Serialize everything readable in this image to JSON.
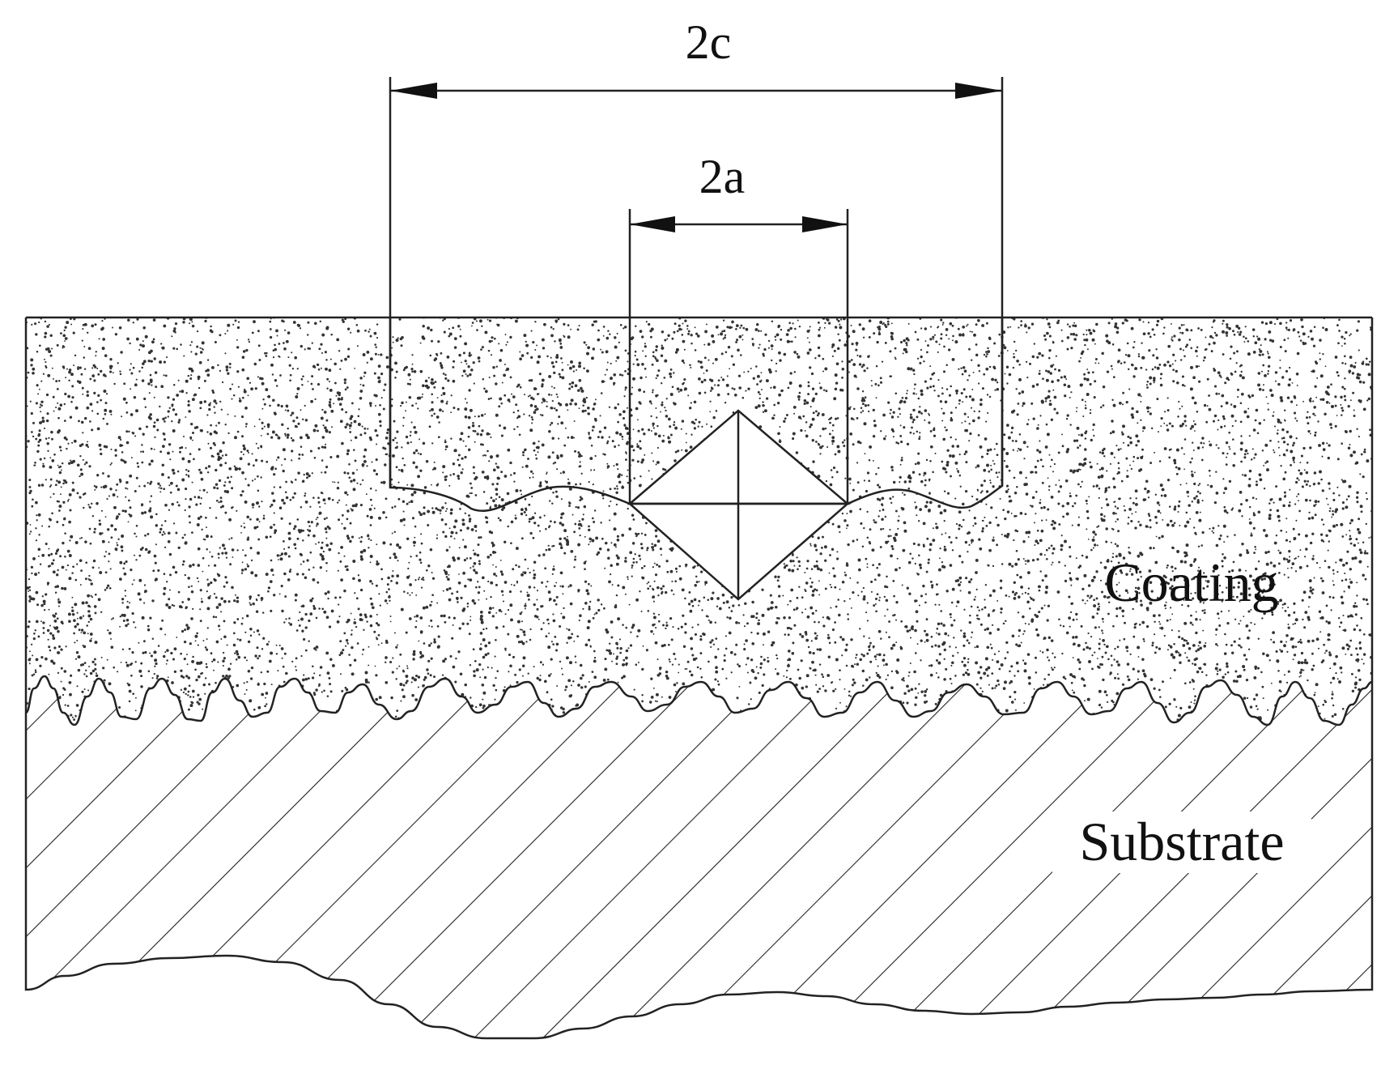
{
  "labels": {
    "crack_length": "2c",
    "indent_diagonal": "2a",
    "coating": "Coating",
    "substrate": "Substrate"
  },
  "colors": {
    "line": "#222222",
    "background": "#ffffff",
    "stipple": "#333333"
  }
}
